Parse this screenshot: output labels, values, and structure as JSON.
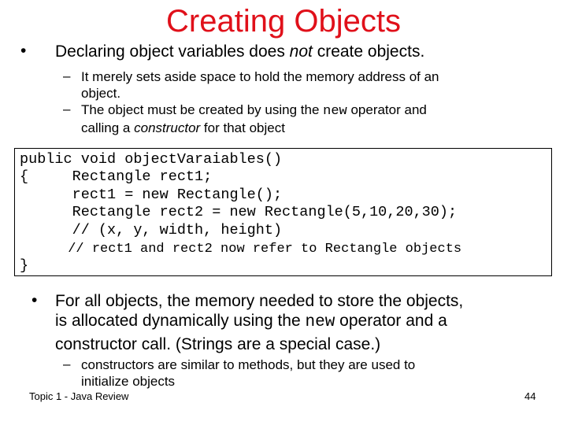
{
  "slide": {
    "title": "Creating Objects",
    "bullets": [
      {
        "text_parts": [
          "Declaring object variables does ",
          "not",
          " create objects."
        ],
        "subs": [
          {
            "lines": [
              "It merely sets aside space to hold the memory address of an",
              "object."
            ]
          },
          {
            "line1_parts": [
              "The object must be created by using the ",
              "new",
              " operator and"
            ],
            "line2_parts": [
              "calling a ",
              "constructor",
              " for that object"
            ]
          }
        ]
      },
      {
        "line1": "For all objects, the memory needed to store the objects,",
        "line2_parts": [
          "is allocated dynamically using the ",
          "new",
          " operator and a"
        ],
        "line3": "constructor call. (Strings are a special case.)",
        "subs": [
          {
            "lines": [
              "constructors are similar to methods, but they are used to",
              "initialize objects"
            ]
          }
        ]
      }
    ],
    "code": {
      "lines": [
        "public void objectVaraiables()",
        "{     Rectangle rect1;",
        "      rect1 = new Rectangle();",
        "      Rectangle rect2 = new Rectangle(5,10,20,30);",
        "      // (x, y, width, height)",
        "      // rect1 and rect2 now refer to Rectangle objects",
        "}"
      ]
    },
    "footer": {
      "left": "Topic 1 - Java Review",
      "page_number": "44"
    },
    "colors": {
      "title": "#e0101a",
      "text": "#000000",
      "background": "#ffffff"
    },
    "markers": {
      "bullet": "•",
      "dash": "–"
    }
  }
}
